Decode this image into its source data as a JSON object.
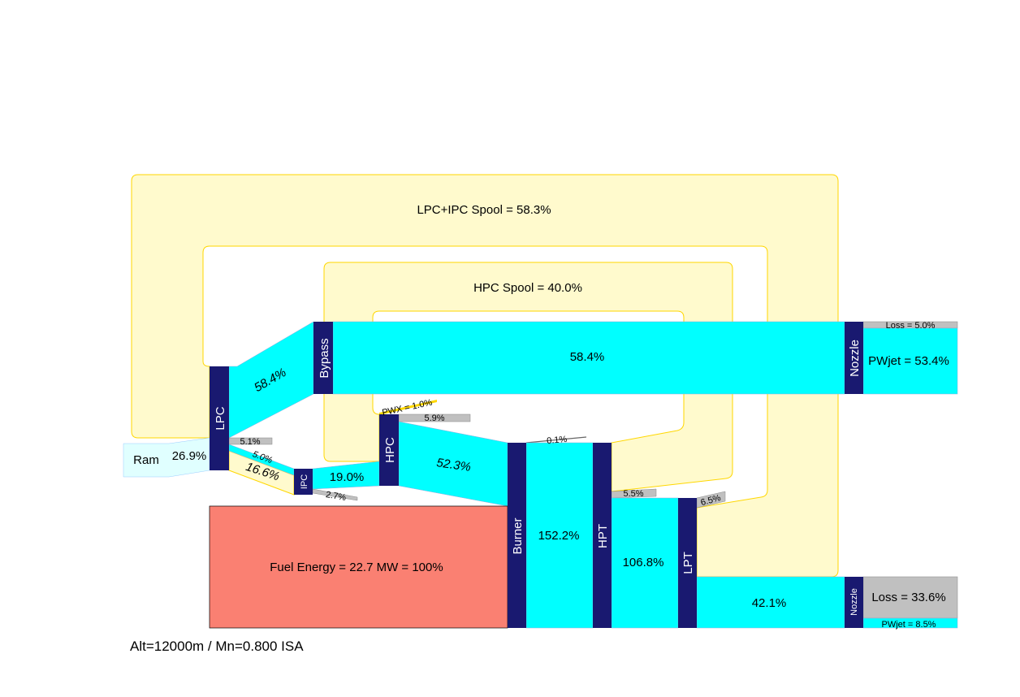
{
  "nodes": {
    "lpc": "LPC",
    "ipc": "IPC",
    "hpc": "HPC",
    "bypass": "Bypass",
    "burner": "Burner",
    "hpt": "HPT",
    "lpt": "LPT",
    "nozzle_core": "Nozzle",
    "nozzle_bypass": "Nozzle",
    "ram": "Ram"
  },
  "flows": {
    "ram": "26.9%",
    "lpc_to_bypass": "58.4%",
    "lpc_loss": "5.1%",
    "lpc_to_ipc": "5.0%",
    "lp_spool_to_ipc": "16.6%",
    "ipc_to_hpc": "19.0%",
    "ipc_loss": "2.7%",
    "pwx": "PWX = 1.0%",
    "hpc_loss": "5.9%",
    "hpc_to_burner": "52.3%",
    "fuel": "Fuel Energy = 22.7 MW = 100%",
    "burner_loss": "0.1%",
    "burner_to_hpt": "152.2%",
    "hpt_loss": "5.5%",
    "hpt_to_lpt": "106.8%",
    "lpt_loss": "6.5%",
    "lpt_to_nozzle": "42.1%",
    "bypass_to_nozzle": "58.4%",
    "bypass_nozzle_loss": "Loss = 5.0%",
    "bypass_pwjet": "PWjet = 53.4%",
    "core_nozzle_loss": "Loss = 33.6%",
    "core_pwjet": "PWjet = 8.5%"
  },
  "spools": {
    "lp": "LPC+IPC Spool = 58.3%",
    "hp": "HPC Spool = 40.0%"
  },
  "footer": "Alt=12000m / Mn=0.800 ISA",
  "colors": {
    "node": "#191970",
    "flow": "#00ffff",
    "fuel": "#fa8072",
    "loss": "#c0c0c0",
    "spool": "#fffacd"
  }
}
